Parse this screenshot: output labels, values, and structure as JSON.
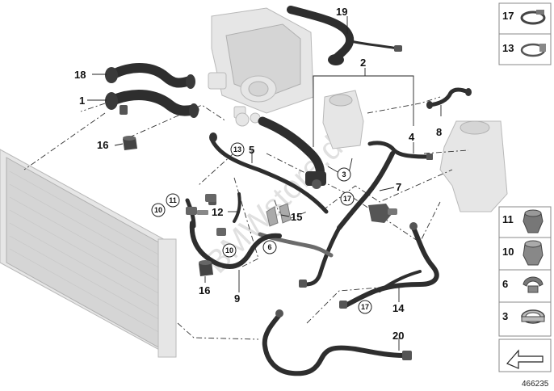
{
  "diagram": {
    "callouts": [
      {
        "id": "19",
        "label": "19"
      },
      {
        "id": "2",
        "label": "2"
      },
      {
        "id": "18",
        "label": "18"
      },
      {
        "id": "1",
        "label": "1"
      },
      {
        "id": "16a",
        "label": "16"
      },
      {
        "id": "5",
        "label": "5"
      },
      {
        "id": "4",
        "label": "4"
      },
      {
        "id": "8",
        "label": "8"
      },
      {
        "id": "7",
        "label": "7"
      },
      {
        "id": "12",
        "label": "12"
      },
      {
        "id": "15",
        "label": "15"
      },
      {
        "id": "16b",
        "label": "16"
      },
      {
        "id": "9",
        "label": "9"
      },
      {
        "id": "14",
        "label": "14"
      },
      {
        "id": "20",
        "label": "20"
      }
    ],
    "circled_callouts": [
      {
        "id": "c13",
        "label": "13"
      },
      {
        "id": "c3",
        "label": "3"
      },
      {
        "id": "c17a",
        "label": "17"
      },
      {
        "id": "c11",
        "label": "11"
      },
      {
        "id": "c10a",
        "label": "10"
      },
      {
        "id": "c10b",
        "label": "10"
      },
      {
        "id": "c6",
        "label": "6"
      },
      {
        "id": "c17b",
        "label": "17"
      }
    ],
    "side_panel_top": [
      {
        "label": "17",
        "icon": "clamp-band-icon"
      },
      {
        "label": "13",
        "icon": "hose-clamp-icon"
      }
    ],
    "side_panel_bottom": [
      {
        "label": "11",
        "icon": "push-connector-icon"
      },
      {
        "label": "10",
        "icon": "connector-icon"
      },
      {
        "label": "6",
        "icon": "hose-clip-icon"
      },
      {
        "label": "3",
        "icon": "spring-band-clamp-icon"
      }
    ],
    "arrow_icon": "navigation-arrow-icon",
    "reference_number": "466235",
    "watermark": "BMWstore.de",
    "colors": {
      "hose": "#2e2e2e",
      "ghost": "#e6e6e6",
      "text": "#111111"
    }
  }
}
